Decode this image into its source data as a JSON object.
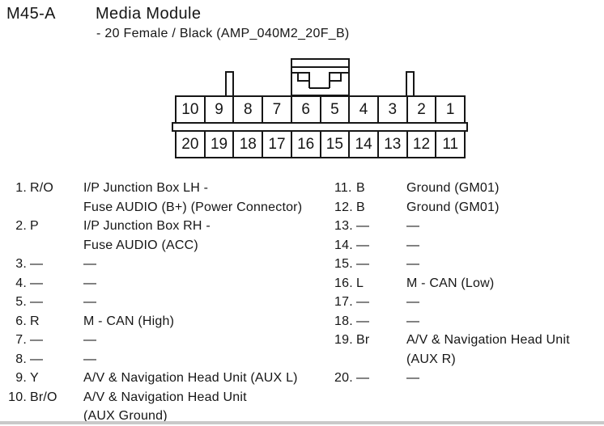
{
  "header": {
    "id": "M45-A",
    "name": "Media Module",
    "subtitle": "- 20 Female / Black (AMP_040M2_20F_B)"
  },
  "connector": {
    "top_row": [
      "10",
      "9",
      "8",
      "7",
      "6",
      "5",
      "4",
      "3",
      "2",
      "1"
    ],
    "bottom_row": [
      "20",
      "19",
      "18",
      "17",
      "16",
      "15",
      "14",
      "13",
      "12",
      "11"
    ]
  },
  "pins_left": [
    {
      "num": "1.",
      "code": "R/O",
      "desc": [
        "I/P Junction Box LH -",
        "Fuse AUDIO (B+) (Power Connector)"
      ]
    },
    {
      "num": "2.",
      "code": "P",
      "desc": [
        "I/P Junction Box RH -",
        "Fuse AUDIO (ACC)"
      ]
    },
    {
      "num": "3.",
      "code": "—",
      "desc": [
        "—"
      ]
    },
    {
      "num": "4.",
      "code": "—",
      "desc": [
        "—"
      ]
    },
    {
      "num": "5.",
      "code": "—",
      "desc": [
        "—"
      ]
    },
    {
      "num": "6.",
      "code": "R",
      "desc": [
        "M - CAN (High)"
      ]
    },
    {
      "num": "7.",
      "code": "—",
      "desc": [
        "—"
      ]
    },
    {
      "num": "8.",
      "code": "—",
      "desc": [
        "—"
      ]
    },
    {
      "num": "9.",
      "code": "Y",
      "desc": [
        "A/V & Navigation Head Unit (AUX L)"
      ]
    },
    {
      "num": "10.",
      "code": "Br/O",
      "desc": [
        "A/V & Navigation Head Unit",
        "(AUX Ground)"
      ]
    }
  ],
  "pins_right": [
    {
      "num": "11.",
      "code": "B",
      "desc": [
        "Ground (GM01)"
      ]
    },
    {
      "num": "12.",
      "code": "B",
      "desc": [
        "Ground (GM01)"
      ]
    },
    {
      "num": "13.",
      "code": "—",
      "desc": [
        "—"
      ]
    },
    {
      "num": "14.",
      "code": "—",
      "desc": [
        "—"
      ]
    },
    {
      "num": "15.",
      "code": "—",
      "desc": [
        "—"
      ]
    },
    {
      "num": "16.",
      "code": "L",
      "desc": [
        "M - CAN (Low)"
      ]
    },
    {
      "num": "17.",
      "code": "—",
      "desc": [
        "—"
      ]
    },
    {
      "num": "18.",
      "code": "—",
      "desc": [
        "—"
      ]
    },
    {
      "num": "19.",
      "code": "Br",
      "desc": [
        "A/V & Navigation Head Unit",
        "(AUX R)"
      ]
    },
    {
      "num": "20.",
      "code": "—",
      "desc": [
        "—"
      ]
    }
  ],
  "colors": {
    "line": "#161616",
    "text": "#161616",
    "background": "#ffffff",
    "bottom_strip": "#c9c9c9"
  }
}
